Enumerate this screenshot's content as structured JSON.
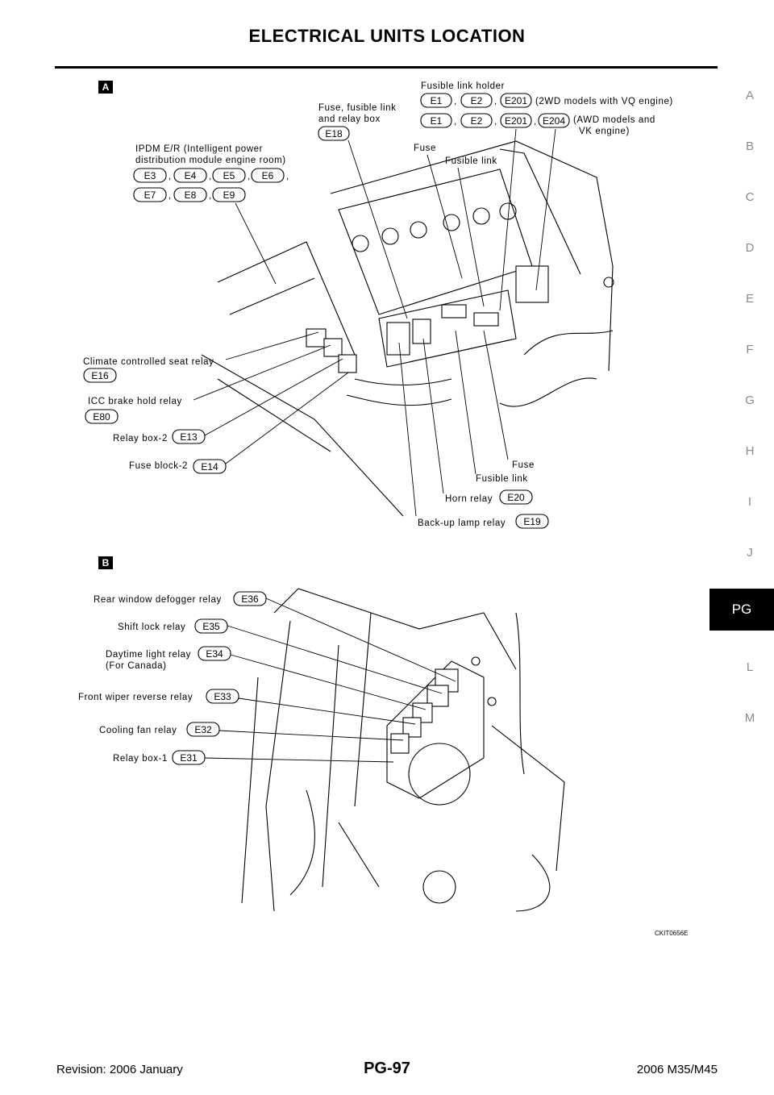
{
  "header": {
    "title": "ELECTRICAL UNITS LOCATION"
  },
  "side_index": {
    "letters": [
      "A",
      "B",
      "C",
      "D",
      "E",
      "F",
      "G",
      "H",
      "I",
      "J",
      "PG",
      "L",
      "M"
    ],
    "active": "PG"
  },
  "figure_a": {
    "badge": "A",
    "fusible_link_holder": {
      "label": "Fusible link holder",
      "row1_connectors": [
        "E1",
        "E2",
        "E201"
      ],
      "row1_note": "(2WD models with VQ engine)",
      "row2_connectors": [
        "E1",
        "E2",
        "E201",
        "E204"
      ],
      "row2_note_line1": "(AWD models and",
      "row2_note_line2": "VK engine)"
    },
    "fuse_box": {
      "label_line1": "Fuse, fusible link",
      "label_line2": "and relay box",
      "connector": "E18"
    },
    "ipdm": {
      "label_line1": "IPDM E/R (Intelligent power",
      "label_line2": "distribution module engine room)",
      "row1_connectors": [
        "E3",
        "E4",
        "E5",
        "E6"
      ],
      "row2_connectors": [
        "E7",
        "E8",
        "E9"
      ]
    },
    "fuse_top": "Fuse",
    "fusible_link_top": "Fusible link",
    "climate_seat_relay": {
      "label": "Climate controlled seat relay",
      "connector": "E16"
    },
    "icc_relay": {
      "label": "ICC brake hold relay",
      "connector": "E80"
    },
    "relay_box_2": {
      "label": "Relay box-2",
      "connector": "E13"
    },
    "fuse_block_2": {
      "label": "Fuse block-2",
      "connector": "E14"
    },
    "fuse_bottom": "Fuse",
    "fusible_link_bottom": "Fusible link",
    "horn_relay": {
      "label": "Horn relay",
      "connector": "E20"
    },
    "backup_lamp_relay": {
      "label": "Back-up lamp relay",
      "connector": "E19"
    }
  },
  "figure_b": {
    "badge": "B",
    "rear_defogger": {
      "label": "Rear window defogger relay",
      "connector": "E36"
    },
    "shift_lock": {
      "label": "Shift lock relay",
      "connector": "E35"
    },
    "daytime_light": {
      "label_line1": "Daytime light relay",
      "label_line2": "(For Canada)",
      "connector": "E34"
    },
    "wiper_reverse": {
      "label": "Front wiper reverse relay",
      "connector": "E33"
    },
    "cooling_fan": {
      "label": "Cooling fan relay",
      "connector": "E32"
    },
    "relay_box_1": {
      "label": "Relay box-1",
      "connector": "E31"
    },
    "figure_code": "CKIT0656E"
  },
  "footer": {
    "revision": "Revision: 2006 January",
    "page": "PG-97",
    "model": "2006 M35/M45"
  }
}
